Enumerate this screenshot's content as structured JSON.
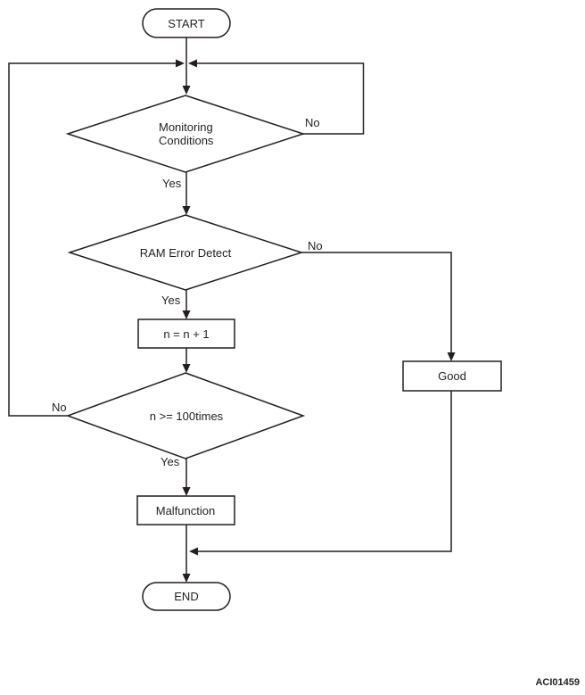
{
  "figure": {
    "id_label": "ACI01459"
  },
  "nodes": {
    "start": {
      "label": "START"
    },
    "monitoring": {
      "label_line1": "Monitoring",
      "label_line2": "Conditions"
    },
    "ram_error": {
      "label": "RAM Error Detect"
    },
    "increment": {
      "label": "n = n + 1"
    },
    "good": {
      "label": "Good"
    },
    "retry_count": {
      "label": "n >= 100times"
    },
    "malfunction": {
      "label": "Malfunction"
    },
    "end": {
      "label": "END"
    }
  },
  "branches": {
    "monitoring_no": "No",
    "monitoring_yes": "Yes",
    "ram_no": "No",
    "ram_yes": "Yes",
    "retry_no": "No",
    "retry_yes": "Yes"
  },
  "colors": {
    "stroke": "#231f20",
    "background": "#ffffff"
  }
}
